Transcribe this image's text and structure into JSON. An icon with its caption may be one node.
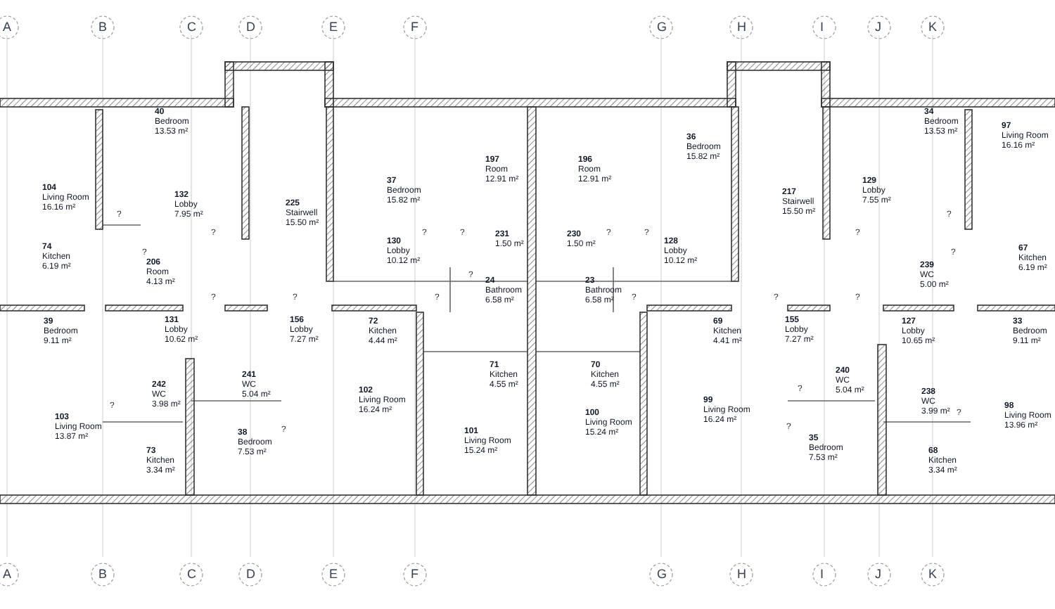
{
  "diagram": {
    "labels": [
      "A",
      "B",
      "C",
      "D",
      "E",
      "F",
      "G",
      "H",
      "I",
      "J",
      "K",
      "40",
      "Bedroom",
      "13.53 m²",
      "36",
      "Bedroom",
      "15.82 m²",
      "34",
      "Bedroom",
      "13.53 m²",
      "97",
      "Living Room",
      "16.16 m²",
      "104",
      "Living Room",
      "16.16 m²",
      "132",
      "Lobby",
      "7.95 m²",
      "225",
      "Stairwell",
      "15.50 m²",
      "37",
      "Bedroom",
      "15.82 m²",
      "197",
      "Room",
      "12.91 m²",
      "196",
      "Room",
      "12.91 m²",
      "217",
      "Stairwell",
      "15.50 m²",
      "129",
      "Lobby",
      "7.55 m²",
      "?",
      "?",
      "?",
      "130",
      "Lobby",
      "10.12 m²",
      "?",
      "?",
      "231",
      "1.50 m²",
      "230",
      "1.50 m²",
      "?",
      "?",
      "128",
      "Lobby",
      "10.12 m²",
      "?",
      "74",
      "Kitchen",
      "6.19 m²",
      "?",
      "206",
      "Room",
      "4.13 m²",
      "?",
      "24",
      "Bathroom",
      "6.58 m²",
      "23",
      "Bathroom",
      "6.58 m²",
      "239",
      "WC",
      "5.00 m²",
      "?",
      "67",
      "Kitchen",
      "6.19 m²",
      "?",
      "?",
      "?",
      "?",
      "?",
      "?",
      "39",
      "Bedroom",
      "9.11 m²",
      "131",
      "Lobby",
      "10.62 m²",
      "156",
      "Lobby",
      "7.27 m²",
      "72",
      "Kitchen",
      "4.44 m²",
      "69",
      "Kitchen",
      "4.41 m²",
      "155",
      "Lobby",
      "7.27 m²",
      "127",
      "Lobby",
      "10.65 m²",
      "33",
      "Bedroom",
      "9.11 m²",
      "242",
      "WC",
      "3.98 m²",
      "241",
      "WC",
      "5.04 m²",
      "102",
      "Living Room",
      "16.24 m²",
      "71",
      "Kitchen",
      "4.55 m²",
      "70",
      "Kitchen",
      "4.55 m²",
      "?",
      "240",
      "WC",
      "5.04 m²",
      "238",
      "WC",
      "3.99 m²",
      "103",
      "Living Room",
      "13.87 m²",
      "?",
      "100",
      "Living Room",
      "15.24 m²",
      "99",
      "Living Room",
      "16.24 m²",
      "?",
      "98",
      "Living Room",
      "13.96 m²",
      "73",
      "Kitchen",
      "3.34 m²",
      "38",
      "Bedroom",
      "7.53 m²",
      "?",
      "101",
      "Living Room",
      "15.24 m²",
      "?",
      "35",
      "Bedroom",
      "7.53 m²",
      "68",
      "Kitchen",
      "3.34 m²",
      "A",
      "B",
      "C",
      "D",
      "E",
      "F",
      "G",
      "H",
      "I",
      "J",
      "K"
    ]
  }
}
